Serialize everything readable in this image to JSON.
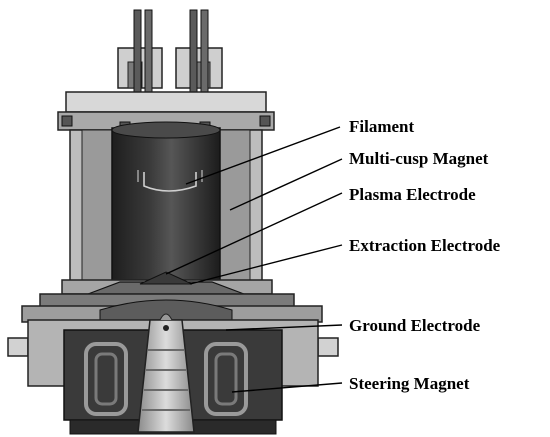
{
  "labels": {
    "filament": "Filament",
    "multi_cusp_magnet": "Multi-cusp Magnet",
    "plasma_electrode": "Plasma Electrode",
    "extraction_electrode": "Extraction Electrode",
    "ground_electrode": "Ground Electrode",
    "steering_magnet": "Steering Magnet"
  },
  "colors": {
    "background": "#ffffff",
    "chamber_dark": "#2b2b2b",
    "housing_gray": "#8a8a8a",
    "light_gray": "#cfcfcf",
    "outline": "#1a1a1a"
  }
}
